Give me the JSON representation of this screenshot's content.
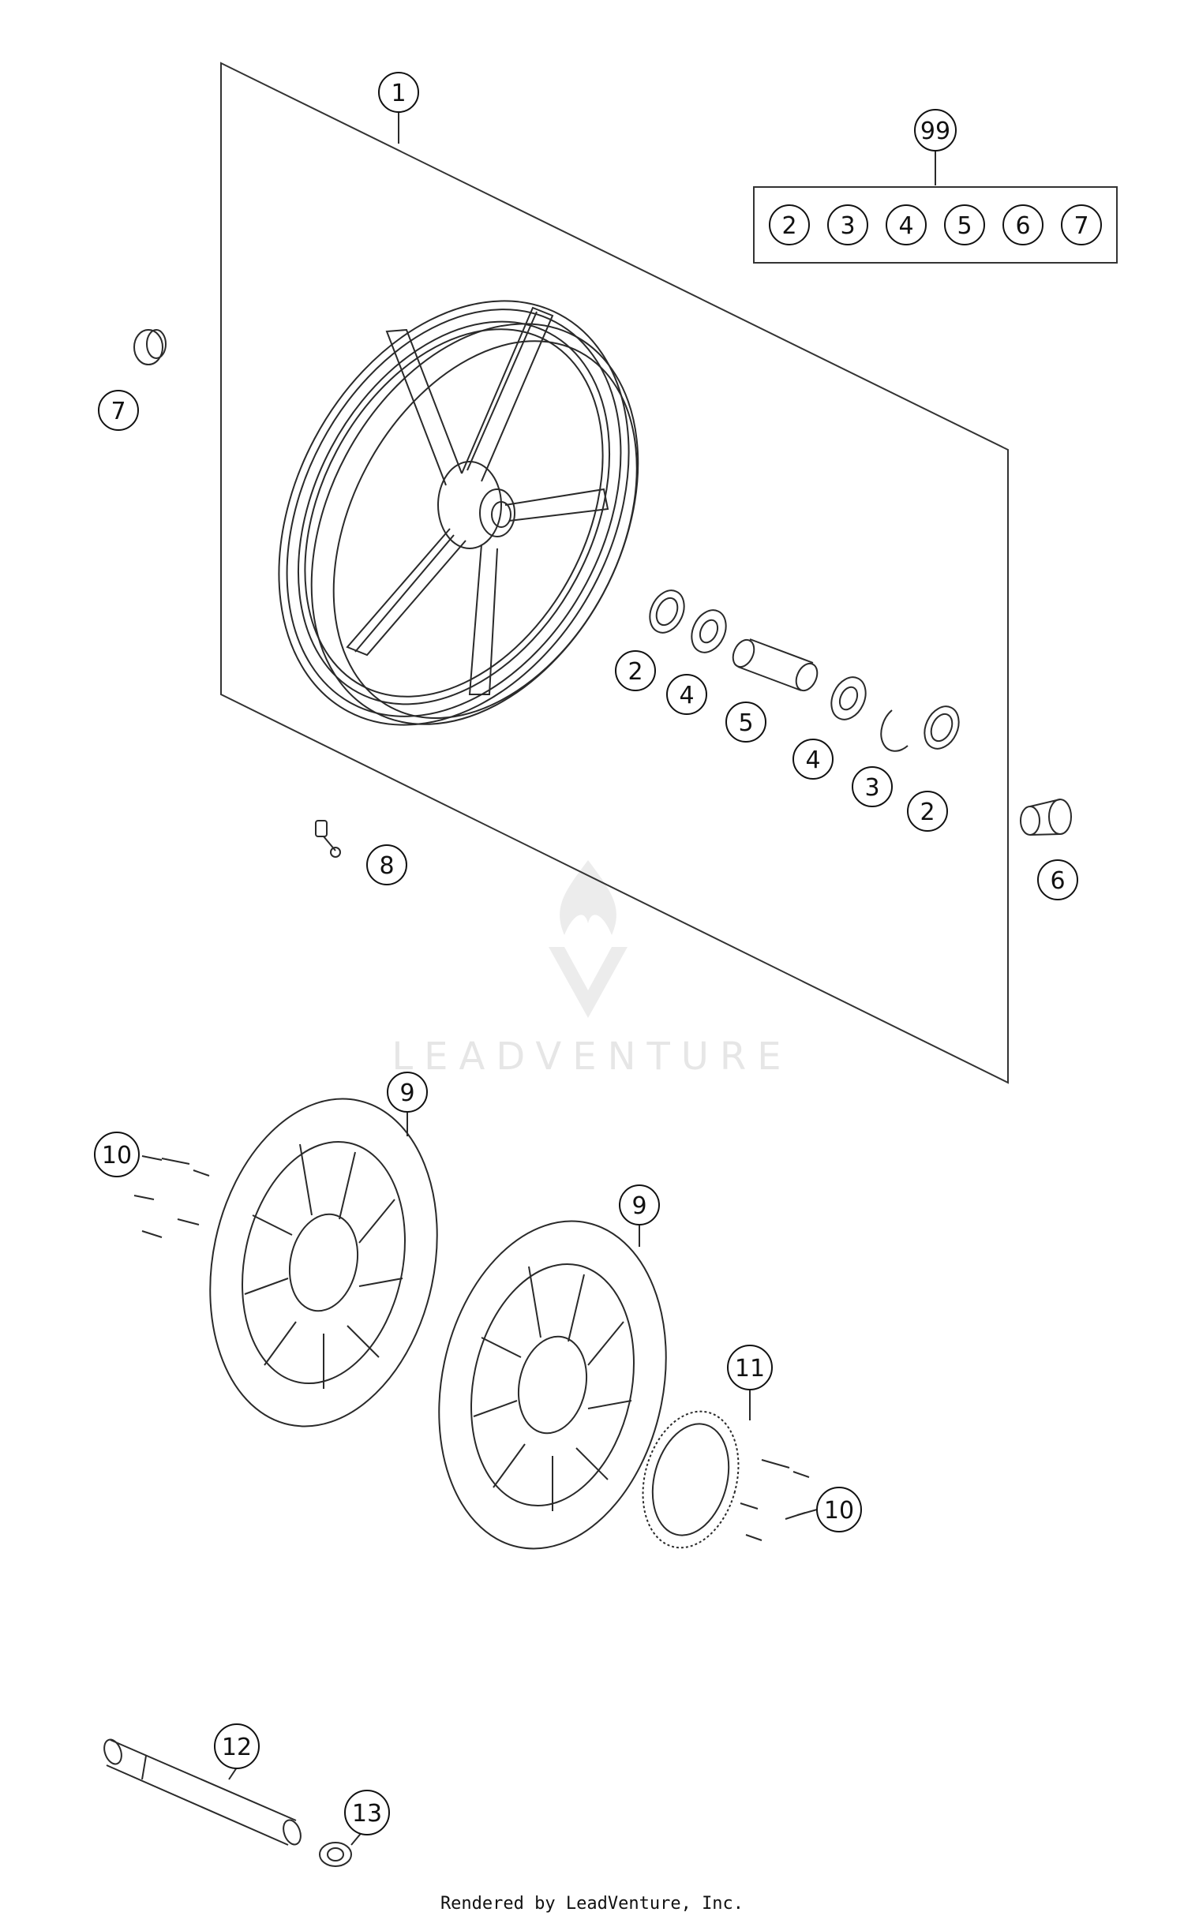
{
  "watermark": {
    "text": "LEADVENTURE"
  },
  "footer": {
    "text": "Rendered by LeadVenture, Inc."
  },
  "callouts": {
    "c1": "1",
    "c99": "99",
    "kit": [
      "2",
      "3",
      "4",
      "5",
      "6",
      "7"
    ],
    "c7": "7",
    "c6": "6",
    "c8": "8",
    "c2a": "2",
    "c4a": "4",
    "c5": "5",
    "c4b": "4",
    "c3": "3",
    "c2b": "2",
    "c9a": "9",
    "c9b": "9",
    "c10a": "10",
    "c10b": "10",
    "c11": "11",
    "c12": "12",
    "c13": "13"
  },
  "colors": {
    "line": "#2a2a2a",
    "watermark": "#e6e6e6"
  }
}
